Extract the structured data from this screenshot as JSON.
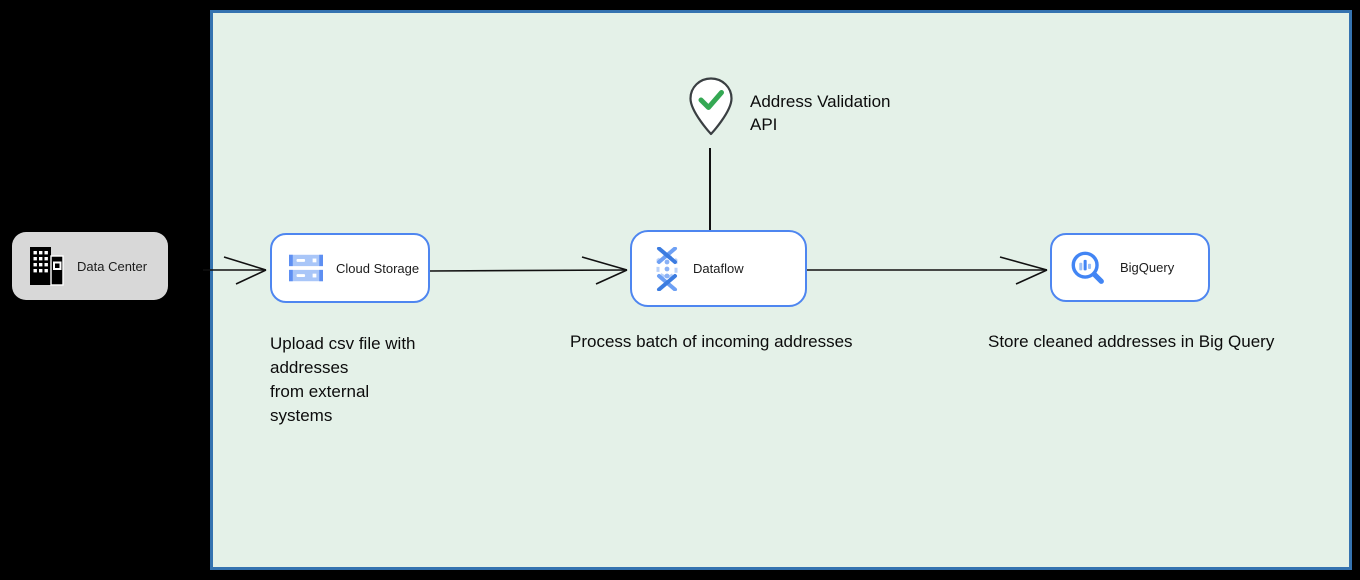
{
  "colors": {
    "zone_fill": "#e4f1e8",
    "zone_border": "#3573b0",
    "node_border": "#4e86f0",
    "datacenter_fill": "#d8d8d8",
    "icon_blue": "#4285f4",
    "icon_blue_light": "#aecbfa",
    "check_green": "#34a853",
    "arrow": "#111111"
  },
  "external": {
    "data_center": {
      "label": "Data Center",
      "icon": "building-icon"
    }
  },
  "zone": {
    "nodes": {
      "cloud_storage": {
        "label": "Cloud Storage",
        "icon": "cloud-storage-icon",
        "caption": "Upload csv file with\naddresses\nfrom external\nsystems"
      },
      "dataflow": {
        "label": "Dataflow",
        "icon": "dataflow-icon",
        "caption": "Process batch of incoming addresses"
      },
      "bigquery": {
        "label": "BigQuery",
        "icon": "bigquery-icon",
        "caption": "Store cleaned addresses in Big Query"
      }
    },
    "annotation": {
      "label": "Address Validation\nAPI",
      "icon": "map-pin-check-icon"
    }
  }
}
